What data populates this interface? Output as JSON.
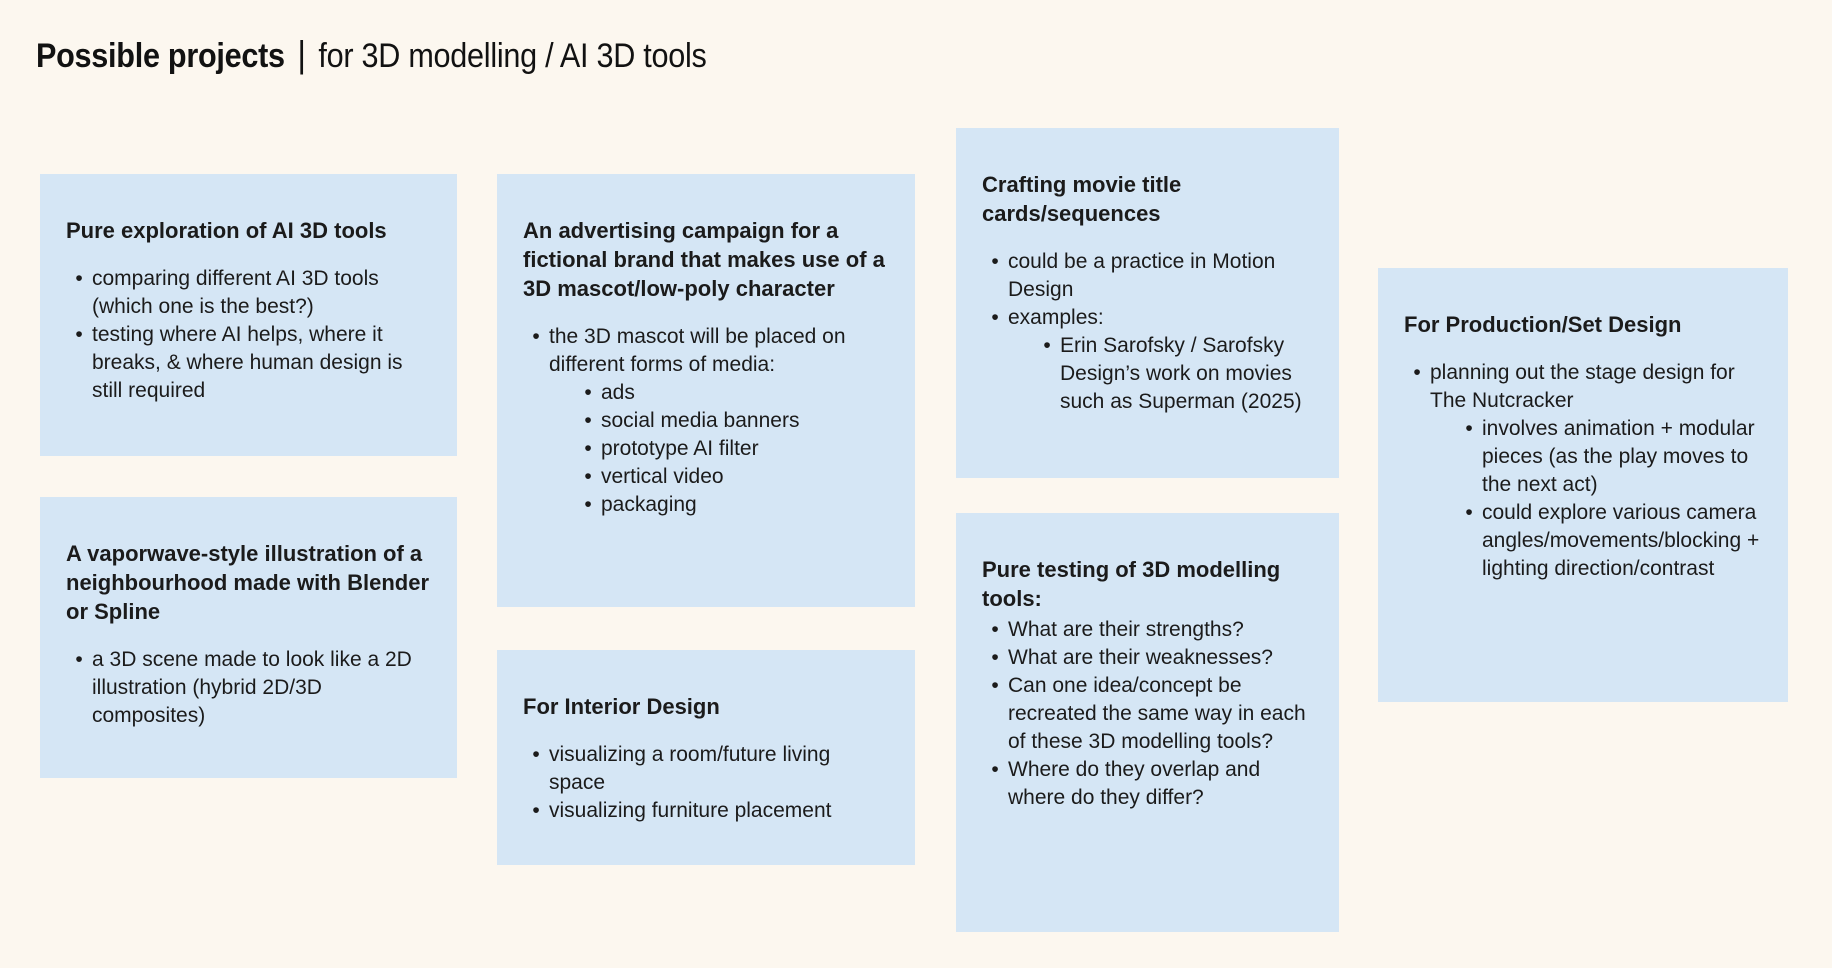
{
  "title": {
    "bold": "Possible projects",
    "separator": "|",
    "subtitle": "for 3D modelling / AI 3D tools"
  },
  "colors": {
    "background": "#FCF7EF",
    "card_background": "#D5E6F5",
    "text": "#1B1B1B"
  },
  "cards": [
    {
      "heading": "Pure exploration of AI 3D tools",
      "items": [
        {
          "text": "comparing different AI 3D tools (which one is the best?)"
        },
        {
          "text": "testing where AI helps, where it breaks, & where human design is still required"
        }
      ]
    },
    {
      "heading": "A vaporwave-style illustration of a neighbourhood made with Blender or Spline",
      "items": [
        {
          "text": "a 3D scene made to look like a 2D illustration (hybrid 2D/3D composites)"
        }
      ]
    },
    {
      "heading": "An advertising campaign for a fictional brand that makes use of a 3D mascot/low-poly character",
      "items": [
        {
          "text": "the 3D mascot will be placed on different forms of media:",
          "children": [
            {
              "text": "ads"
            },
            {
              "text": "social media banners"
            },
            {
              "text": "prototype AI filter"
            },
            {
              "text": "vertical video"
            },
            {
              "text": "packaging"
            }
          ]
        }
      ]
    },
    {
      "heading": "For Interior Design",
      "items": [
        {
          "text": "visualizing a room/future living space"
        },
        {
          "text": "visualizing furniture placement"
        }
      ]
    },
    {
      "heading": "Crafting movie title cards/sequences",
      "items": [
        {
          "text": "could be a practice in Motion Design"
        },
        {
          "text": "examples:",
          "children": [
            {
              "text": "Erin Sarofsky / Sarofsky Design’s work on movies such as Superman (2025)"
            }
          ]
        }
      ]
    },
    {
      "heading": "Pure testing of 3D modelling tools:",
      "items": [
        {
          "text": "What are their strengths?"
        },
        {
          "text": "What are their weaknesses?"
        },
        {
          "text": "Can one idea/concept be recreated the same way in each of these 3D modelling tools?"
        },
        {
          "text": "Where do they overlap and where do they differ?"
        }
      ]
    },
    {
      "heading": "For Production/Set Design",
      "items": [
        {
          "text": "planning out the stage design for The Nutcracker",
          "children": [
            {
              "text": "involves animation + modular pieces (as the play moves to the next act)"
            },
            {
              "text": "could explore various camera angles/movements/blocking + lighting direction/contrast"
            }
          ]
        }
      ]
    }
  ]
}
